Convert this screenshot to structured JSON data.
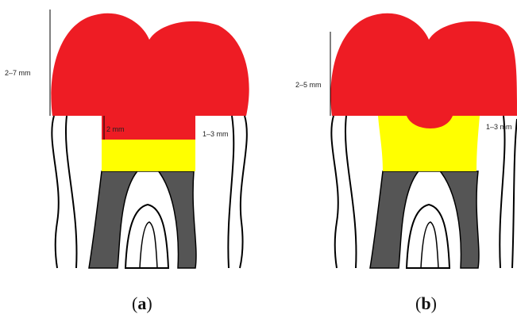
{
  "colors": {
    "restoration": "#ee1c24",
    "base": "#ffff00",
    "pulp_tissue": "#555555",
    "outline": "#000000"
  },
  "panel_a": {
    "height_label": "2–7 mm",
    "depth_label": "2 mm",
    "wall_label": "1–3 mm",
    "caption_open": "(",
    "caption_letter": "a",
    "caption_close": ")"
  },
  "panel_b": {
    "height_label": "2–5 mm",
    "wall_label": "1–3 mm",
    "caption_open": "(",
    "caption_letter": "b",
    "caption_close": ")"
  }
}
